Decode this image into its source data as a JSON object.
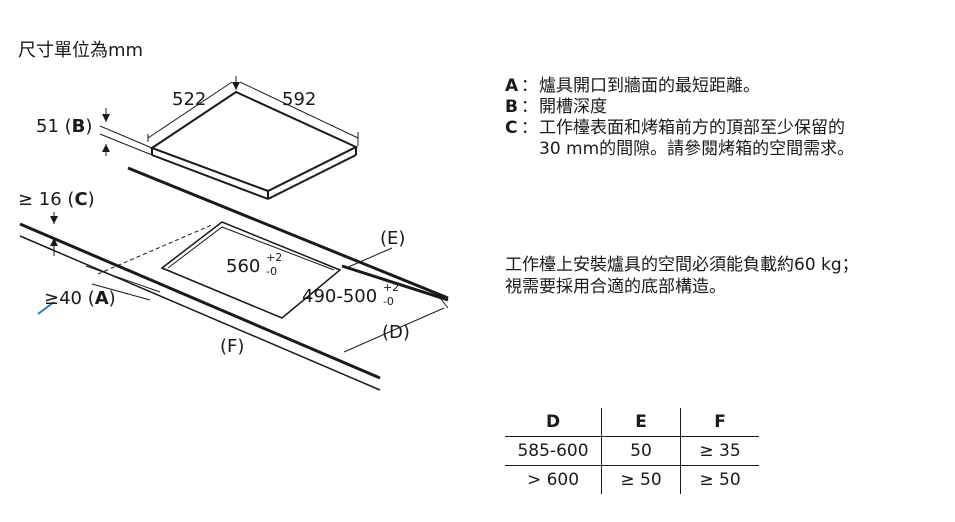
{
  "unit_title": "尺寸單位為mm",
  "labels": {
    "dim_522": "522",
    "dim_592": "592",
    "dim_51_num": "51 (",
    "dim_51_key": "B",
    "dim_16_num": "≥ 16 (",
    "dim_16_key": "C",
    "dim_40_num": "≥40 (",
    "dim_40_key": "A",
    "cutout_560": "560",
    "cutout_560_tol_plus": "+2",
    "cutout_560_tol_minus": "-0",
    "cutout_490": "490-500",
    "cutout_490_tol_plus": "+2",
    "cutout_490_tol_minus": "-0",
    "label_E": "(E)",
    "label_D": "(D)",
    "label_F": "(F)",
    "paren_close": ")"
  },
  "legend": [
    {
      "key": "A",
      "text": "爐具開口到牆面的最短距離。"
    },
    {
      "key": "B",
      "text": "開槽深度"
    },
    {
      "key": "C",
      "text": "工作檯表面和烤箱前方的頂部至少保留的",
      "continuation": "30 mm的間隙。請參閱烤箱的空間需求。"
    }
  ],
  "note": {
    "line1": "工作檯上安裝爐具的空間必須能負載約60 kg；",
    "line2": "視需要採用合適的底部構造。"
  },
  "table": {
    "headers": [
      "D",
      "E",
      "F"
    ],
    "rows": [
      [
        "585-600",
        "50",
        "≥ 35"
      ],
      [
        "> 600",
        "≥ 50",
        "≥ 50"
      ]
    ]
  },
  "colors": {
    "ink": "#1a1a1a",
    "accent_mark": "#2a7ab8"
  }
}
